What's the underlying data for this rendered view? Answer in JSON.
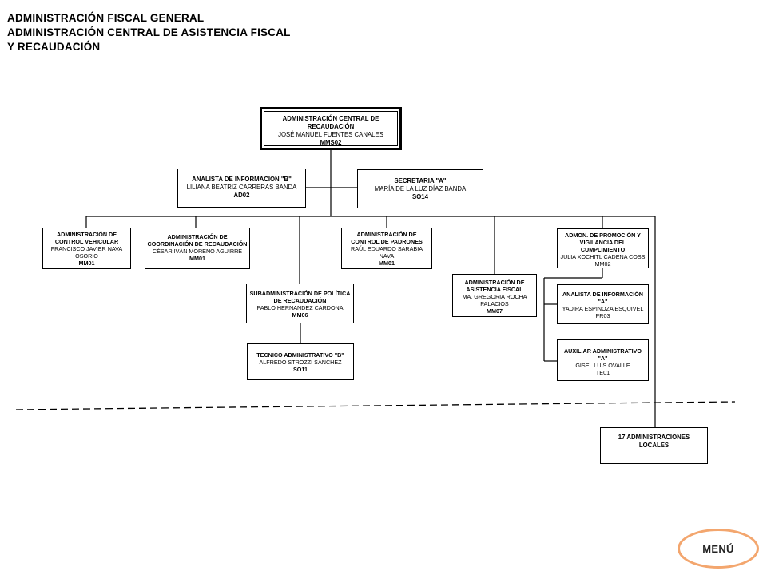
{
  "header": {
    "line1": "ADMINISTRACIÓN FISCAL GENERAL",
    "line2": "ADMINISTRACIÓN CENTRAL DE ASISTENCIA FISCAL",
    "line3": "Y RECAUDACIÓN"
  },
  "nodes": {
    "root": {
      "title": "ADMINISTRACIÓN CENTRAL DE RECAUDACIÓN",
      "name": "JOSÉ MANUEL FUENTES CANALES",
      "code": "MMS02"
    },
    "analista_b": {
      "title": "ANALISTA DE INFORMACION \"B\"",
      "name": "LILIANA BEATRIZ CARRERAS BANDA",
      "code": "AD02"
    },
    "secretaria_a": {
      "title": "SECRETARIA \"A\"",
      "name": "MARÍA DE LA LUZ DÍAZ BANDA",
      "code": "SO14"
    },
    "control_vehicular": {
      "title": "ADMINISTRACIÓN DE CONTROL VEHICULAR",
      "name": "FRANCISCO JAVIER NAVA OSORIO",
      "code": "MM01"
    },
    "coordinacion": {
      "title": "ADMINISTRACIÓN DE COORDINACIÓN DE RECAUDACIÓN",
      "name": "CÉSAR IVÁN MORENO AGUIRRE",
      "code": "MM01"
    },
    "politica": {
      "title": "SUBADMINISTRACIÓN DE POLÍTICA DE RECAUDACIÓN",
      "name": "PABLO HERNANDEZ CARDONA",
      "code": "MM06"
    },
    "tecnico_b": {
      "title": "TECNICO ADMINISTRATIVO \"B\"",
      "name": "ALFREDO STROZZI SÁNCHEZ",
      "code": "SO11"
    },
    "padrones": {
      "title": "ADMINISTRACIÓN DE CONTROL DE PADRONES",
      "name": "RAÚL EDUARDO SARABIA NAVA",
      "code": "MM01"
    },
    "asistencia": {
      "title": "ADMINISTRACIÓN DE ASISTENCIA FISCAL",
      "name": "MA. GREGORIA ROCHA PALACIOS",
      "code": "MM07"
    },
    "promocion": {
      "title": "ADMON. DE PROMOCIÓN Y VIGILANCIA DEL CUMPLIMIENTO",
      "name": "JULIA XOCHITL CADENA COSS",
      "code": "MM02"
    },
    "analista_a": {
      "title": "ANALISTA DE INFORMACIÓN \"A\"",
      "name": "YADIRA ESPINOZA ESQUIVEL",
      "code": "PR03"
    },
    "auxiliar_a": {
      "title": "AUXILIAR ADMINISTRATIVO \"A\"",
      "name": "GISEL LUIS OVALLE",
      "code": "TE01"
    },
    "locales": {
      "title": "17 ADMINISTRACIONES LOCALES"
    }
  },
  "menu": {
    "label": "MENÚ"
  },
  "colors": {
    "menu_border": "#f3a66e",
    "line": "#000000"
  }
}
